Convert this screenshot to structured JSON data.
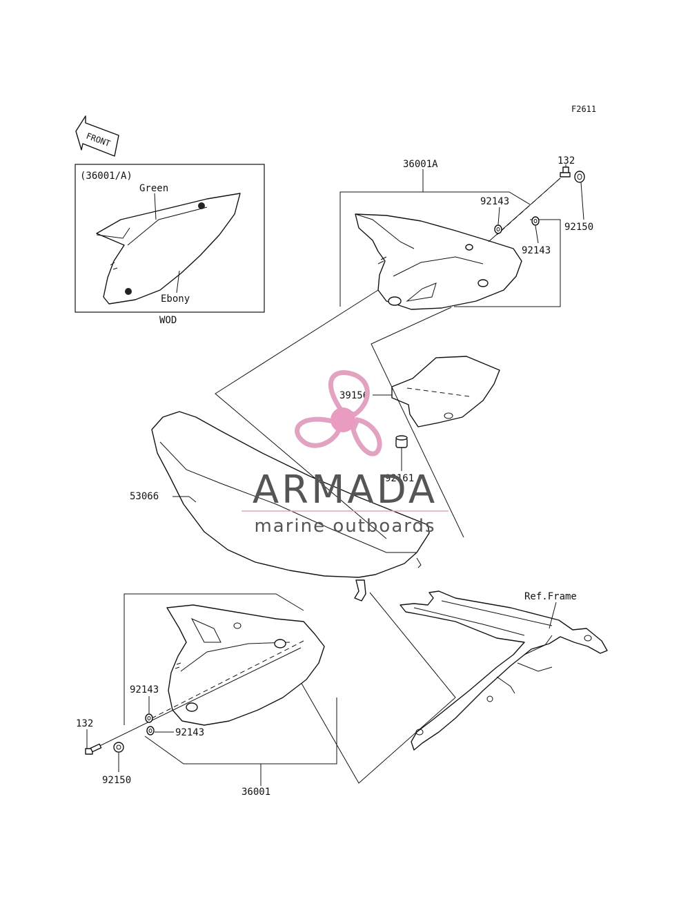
{
  "figure_code": "F2611",
  "front_arrow": {
    "text": "FRONT",
    "icon": "front-arrow-icon"
  },
  "inset": {
    "title": "(36001/A)",
    "labels": {
      "green": "Green",
      "ebony": "Ebony"
    },
    "caption": "WOD"
  },
  "labels": {
    "cover_right": "36001A",
    "bolt_top": "132",
    "washer_top_a": "92143",
    "washer_top_b": "92143",
    "bush_top": "92150",
    "pad": "39156",
    "damper": "92161",
    "seat": "53066",
    "ref_frame": "Ref.Frame",
    "washer_bot_a": "92143",
    "washer_bot_b": "92143",
    "bolt_bot": "132",
    "bush_bot": "92150",
    "cover_left": "36001"
  },
  "watermark": {
    "brand": "ARMADA",
    "tagline": "marine outboards",
    "colors": {
      "logo": "#e2a3c2",
      "logo_center": "#e99cc0",
      "text": "#555555",
      "rule": "#e2a3c2"
    }
  }
}
